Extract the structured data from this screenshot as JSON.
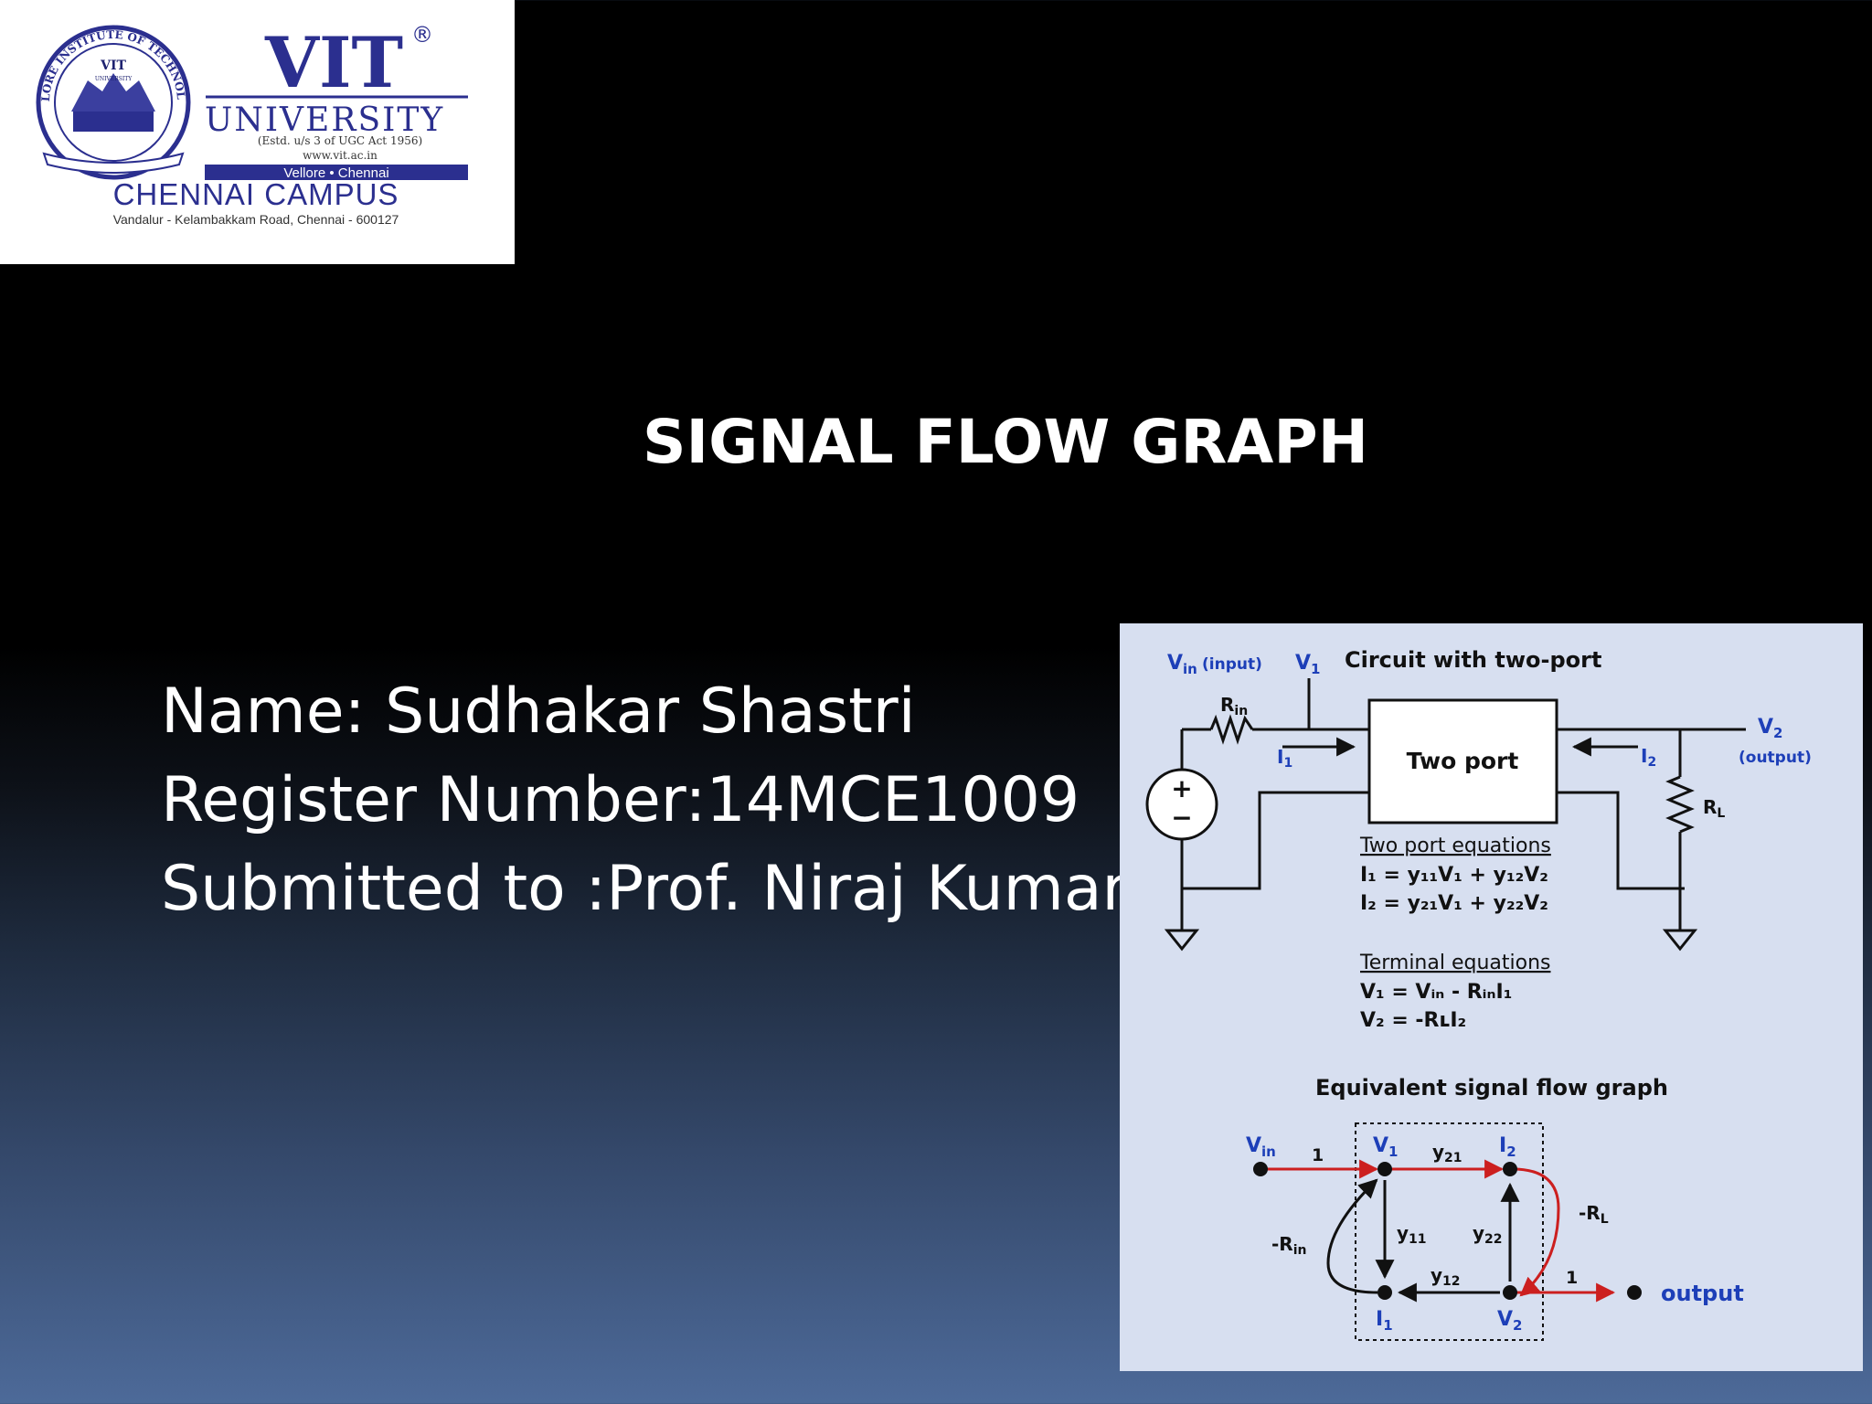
{
  "logo": {
    "seal_text": "VELLORE INSTITUTE OF TECHNOLOGY",
    "seal_inner": "VIT",
    "seal_inner_sub": "UNIVERSITY",
    "brand": "VIT",
    "registered": "®",
    "university": "UNIVERSITY",
    "estd": "(Estd. u/s 3 of UGC Act 1956)",
    "website": "www.vit.ac.in",
    "band": "Vellore • Chennai",
    "campus": "CHENNAI CAMPUS",
    "address": "Vandalur - Kelambakkam Road, Chennai - 600127"
  },
  "slide": {
    "title": "SIGNAL FLOW GRAPH",
    "name_line": "Name: Sudhakar Shastri",
    "register_line": "Register Number:14MCE1009",
    "submitted_line": "Submitted to :Prof. Niraj Kumar"
  },
  "diagram": {
    "vin_input": "(input)",
    "circuit_title": "Circuit with two-port",
    "two_port_label": "Two port",
    "output_label": "(output)",
    "two_port_eq_title": "Two port equations",
    "eq1": "I₁ = y₁₁V₁ + y₁₂V₂",
    "eq2": "I₂ = y₂₁V₁ + y₂₂V₂",
    "terminal_eq_title": "Terminal equations",
    "eq3": "V₁ = Vᵢₙ - RᵢₙI₁",
    "eq4": "V₂ = -RʟI₂",
    "sfg_title": "Equivalent signal flow graph",
    "gain_one": "1",
    "output_node_label": "output",
    "colors": {
      "blue": "#1d3fb8",
      "red": "#cc1f1f",
      "panel": "#d7dff0"
    }
  }
}
